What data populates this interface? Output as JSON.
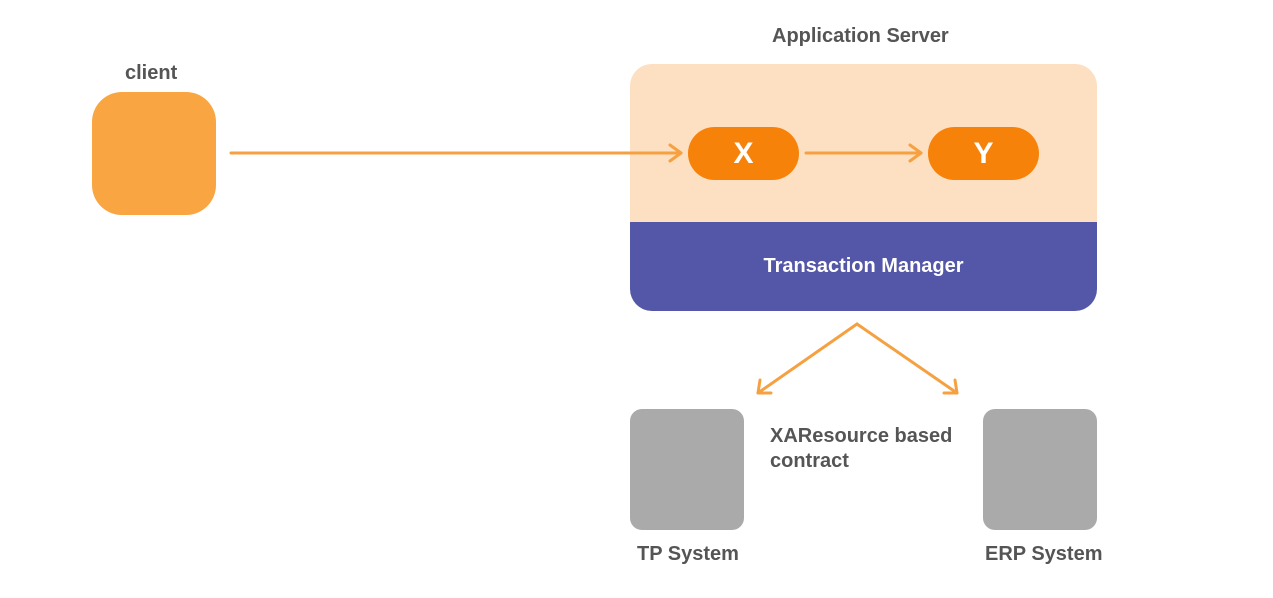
{
  "client": {
    "label": "client"
  },
  "app_server": {
    "title": "Application Server",
    "component_x": "X",
    "component_y": "Y",
    "transaction_manager": "Transaction Manager"
  },
  "contract": {
    "line1": "XAResource based",
    "line2": "contract"
  },
  "systems": {
    "tp": "TP System",
    "erp": "ERP System"
  },
  "colors": {
    "client": "#f9a541",
    "app_server_bg": "#fddfc1",
    "component": "#f7820a",
    "transaction_manager": "#5457a8",
    "system_box": "#aaaaab",
    "arrow": "#f5a142",
    "text": "#555555"
  }
}
